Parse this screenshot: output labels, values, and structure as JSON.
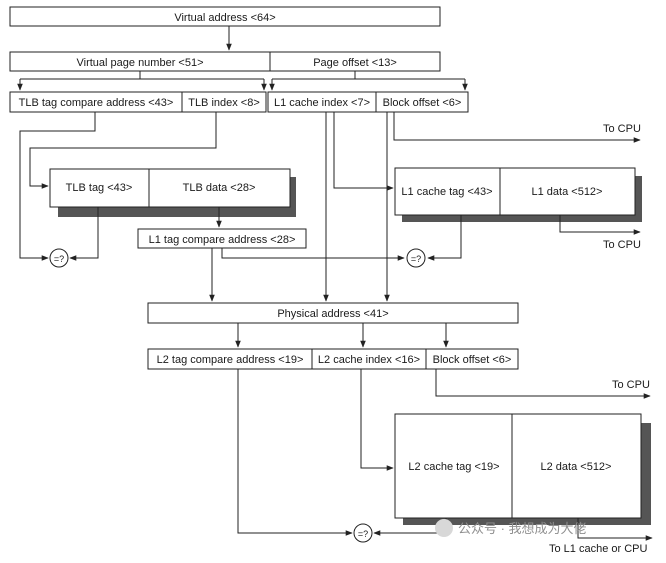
{
  "labels": {
    "virtual_address": "Virtual address <64>",
    "virtual_page_number": "Virtual page number <51>",
    "page_offset": "Page offset <13>",
    "tlb_tag_compare_address": "TLB tag compare address <43>",
    "tlb_index": "TLB index <8>",
    "l1_cache_index": "L1 cache index <7>",
    "block_offset_l1": "Block offset <6>",
    "to_cpu_1": "To CPU",
    "tlb_tag": "TLB tag <43>",
    "tlb_data": "TLB data <28>",
    "l1_cache_tag": "L1 cache tag <43>",
    "l1_data": "L1 data <512>",
    "to_cpu_2": "To CPU",
    "l1_tag_compare_address": "L1 tag compare address <28>",
    "compare_symbol": "=?",
    "physical_address": "Physical address <41>",
    "l2_tag_compare_address": "L2 tag compare address <19>",
    "l2_cache_index": "L2 cache index <16>",
    "block_offset_l2": "Block offset <6>",
    "to_cpu_3": "To CPU",
    "l2_cache_tag": "L2 cache tag <19>",
    "l2_data": "L2 data <512>",
    "to_l1_cache_or_cpu": "To L1 cache or CPU"
  },
  "watermark": "公众号 · 我想成为大佬"
}
